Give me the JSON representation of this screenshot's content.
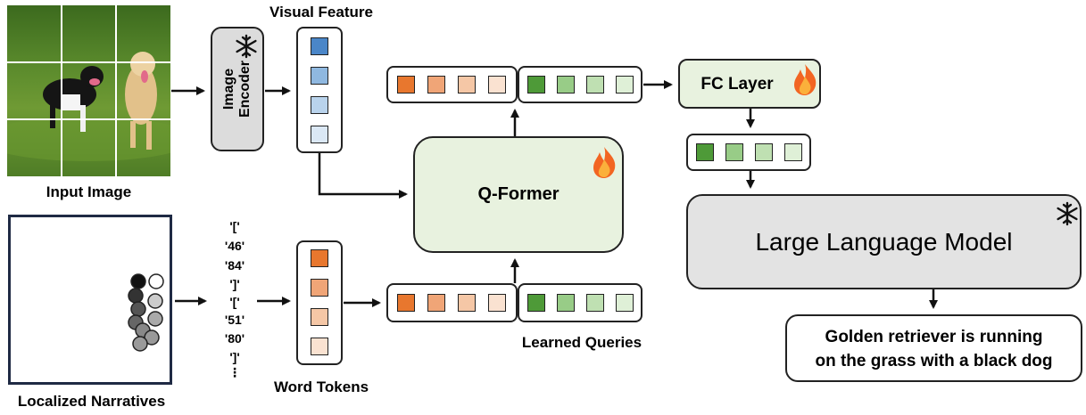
{
  "labels": {
    "input_image": "Input Image",
    "visual_feature": "Visual Feature",
    "image_encoder_line1": "Image",
    "image_encoder_line2": "Encoder",
    "q_former": "Q-Former",
    "fc_layer": "FC Layer",
    "llm": "Large Language Model",
    "learned_queries": "Learned Queries",
    "word_tokens": "Word Tokens",
    "localized_narratives": "Localized Narratives"
  },
  "coordinate_tokens": [
    "'['",
    "'46'",
    "'84'",
    "']'",
    "'['",
    "'51'",
    "'80'",
    "']'",
    "⋮"
  ],
  "output_text": {
    "line1": "Golden retriever is running",
    "line2": "on the grass with a black dog"
  },
  "colors": {
    "visual_feature": [
      "#4a86c8",
      "#8fb8e0",
      "#b9d3ec",
      "#dbe8f5"
    ],
    "word_tokens": [
      "#e8772e",
      "#f0a577",
      "#f5c7a6",
      "#fae2d1"
    ],
    "query_tokens": [
      "#4e9a38",
      "#98cc87",
      "#bfe0b2",
      "#dff0d7"
    ],
    "module_green": "#e8f2df",
    "module_gray": "#e3e3e3"
  },
  "icons": {
    "frozen": "snowflake-icon",
    "trainable": "fire-icon"
  }
}
